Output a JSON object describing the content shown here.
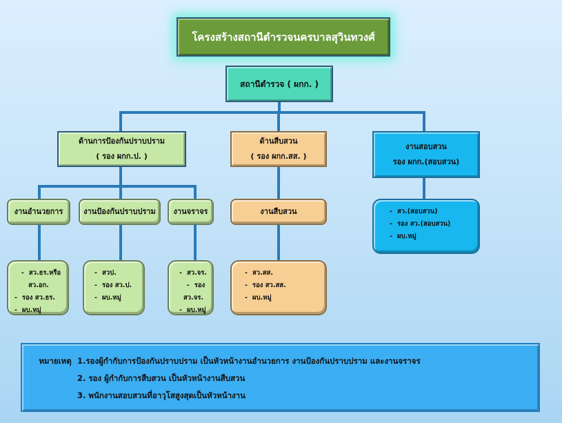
{
  "title": "โครงสร้างสถานีตำรวจนครบาลสุวินทวงศ์",
  "station": "สถานีตำรวจ ( ผกก. )",
  "divisions": [
    {
      "name": "ด้านการป้องกันปราบปราม",
      "head": "( รอง ผกก.ป. )"
    },
    {
      "name": "ด้านสืบสวน",
      "head": "( รอง ผกก.สส. )"
    },
    {
      "name": "งานสอบสวน",
      "head": "รอง ผกก.(สอบสวน)"
    }
  ],
  "units": [
    "งานอำนวยการ",
    "งานป้องกันปราบปราม",
    "งานจราจร",
    "งานสืบสวน"
  ],
  "staff": [
    [
      "สว.ธร.หรือ สว.อก.",
      "รอง สว.ธร.",
      "ผบ.หมู่"
    ],
    [
      "สวป.",
      "รอง สว.ป.",
      "ผบ.หมู่"
    ],
    [
      "สว.จร.",
      "รอง สว.จร.",
      "ผบ.หมู่"
    ],
    [
      "สว.สส.",
      "รอง สว.สส.",
      "ผบ.หมู่"
    ],
    [
      "สว.(สอบสวน)",
      "รอง สว.(สอบสวน)",
      "ผบ.หมู่"
    ]
  ],
  "note": {
    "label": "หมายเหตุ",
    "items": [
      "1.รองผู้กำกับการป้องกันปราบปราม เป็นหัวหน้างานอำนวยการ งานป้องกันปราบปราม และงานจราจร",
      "2. รอง ผู้กำกับการสืบสวน เป็นหัวหน้างานสืบสวน",
      "3. พนักงานสอบสวนที่อาวุโสสูงสุดเป็นหัวหน้างาน"
    ]
  }
}
